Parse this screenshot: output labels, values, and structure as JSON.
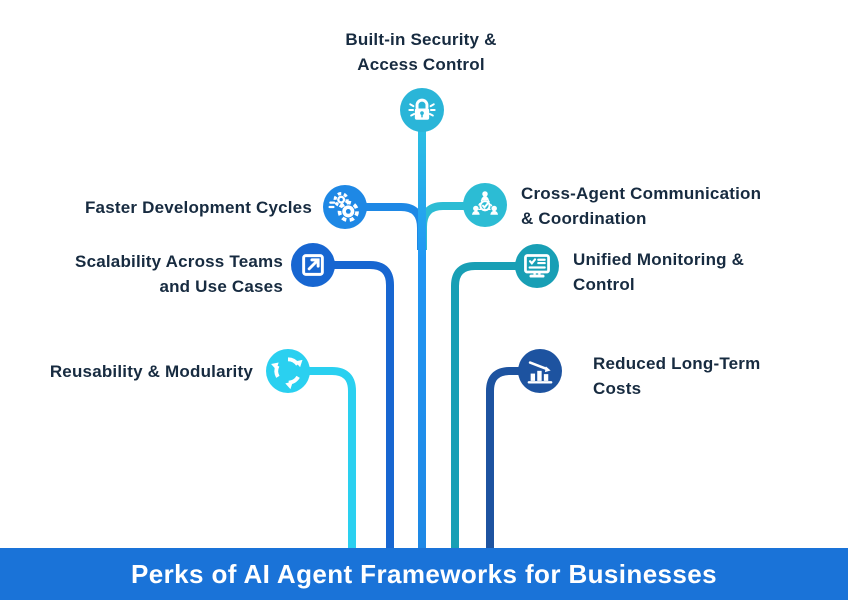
{
  "title_bar": {
    "text": "Perks of AI Agent Frameworks for Businesses",
    "bg": "#1a73d8",
    "text_color": "#ffffff"
  },
  "colors": {
    "security": "#2ab5d8",
    "faster": "#1e88e5",
    "cross": "#2cbcd4",
    "scalability": "#1766d1",
    "unified": "#189fb5",
    "reusability": "#2ad0f0",
    "reduced": "#1d53a0",
    "label_text": "#172b40",
    "trunk_top": "#2cc2e2",
    "trunk_bottom": "#2196f3"
  },
  "nodes": {
    "security": {
      "icon": "lock-icon",
      "label_lines": [
        "Built-in Security &",
        "Access Control"
      ]
    },
    "faster": {
      "icon": "gears-icon",
      "label_lines": [
        "Faster Development Cycles"
      ]
    },
    "cross": {
      "icon": "people-network-icon",
      "label_lines": [
        "Cross-Agent Communication",
        "& Coordination"
      ]
    },
    "scalability": {
      "icon": "expand-arrow-icon",
      "label_lines": [
        "Scalability Across Teams",
        "and Use Cases"
      ]
    },
    "unified": {
      "icon": "monitor-icon",
      "label_lines": [
        "Unified Monitoring &",
        "Control"
      ]
    },
    "reusability": {
      "icon": "recycle-icon",
      "label_lines": [
        "Reusability & Modularity"
      ]
    },
    "reduced": {
      "icon": "chart-down-icon",
      "label_lines": [
        "Reduced Long-Term",
        "Costs"
      ]
    }
  }
}
